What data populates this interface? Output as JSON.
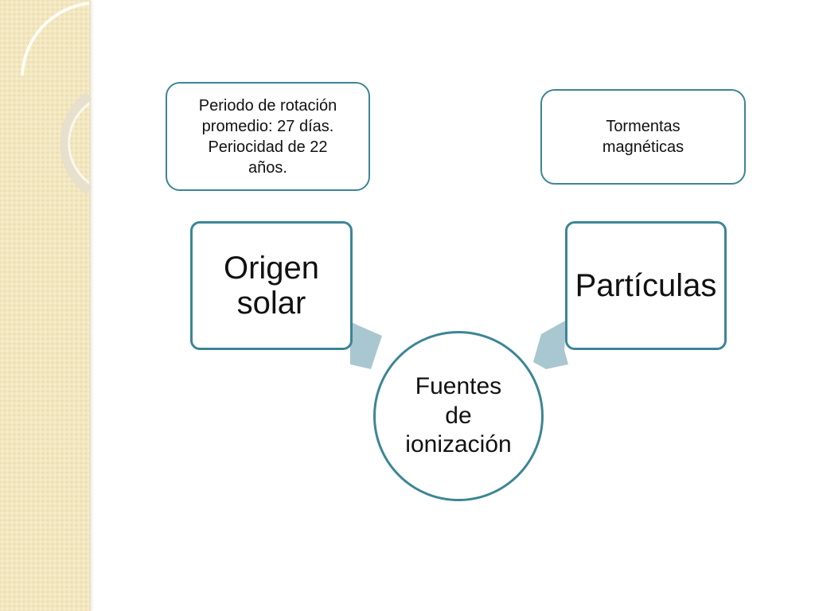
{
  "diagram": {
    "notes": {
      "left": "Periodo de rotación\npromedio: 27 días.\nPeriocidad de 22\naños.",
      "right": "Tormentas\nmagnéticas"
    },
    "sources": {
      "left": "Origen\nsolar",
      "right": "Partículas"
    },
    "center": "Fuentes\nde\nionización"
  },
  "colors": {
    "border": "#3d8596",
    "arrow": "#a9c7d0",
    "left_band": "#f3e7bf"
  }
}
